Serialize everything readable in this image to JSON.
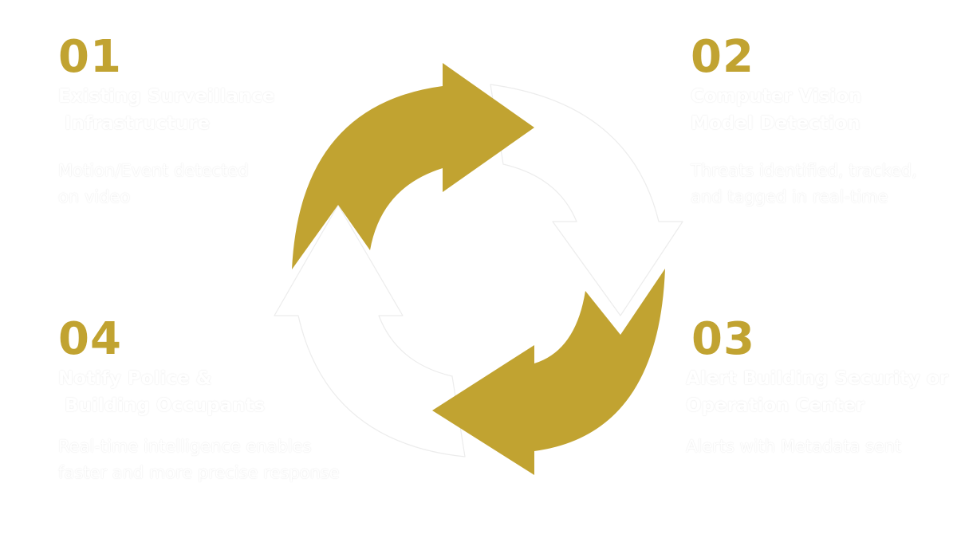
{
  "colors": {
    "gold": "#c1a331",
    "white_arrow": "#ffffff",
    "white_arrow_outline": "#ececec",
    "background": "#ffffff"
  },
  "steps": [
    {
      "number": "01",
      "title": "Existing Surveillance\n Infrastructure",
      "description": "Motion/Event detected\non video"
    },
    {
      "number": "02",
      "title": "Computer Vision\nModel Detection",
      "description": "Threats identified, tracked,\nand tagged in real-time"
    },
    {
      "number": "03",
      "title": "Alert Building Security or\nOperation Center",
      "description": "Alerts with Metadata sent"
    },
    {
      "number": "04",
      "title": "Notify Police &\n Building Occupants",
      "description": "Real-time intelligence enables\nfaster and more precise response"
    }
  ],
  "cycle": {
    "arrows": [
      {
        "name": "arrow-1-to-2",
        "color": "gold"
      },
      {
        "name": "arrow-2-to-3",
        "color": "white"
      },
      {
        "name": "arrow-3-to-4",
        "color": "gold"
      },
      {
        "name": "arrow-4-to-1",
        "color": "white"
      }
    ]
  }
}
